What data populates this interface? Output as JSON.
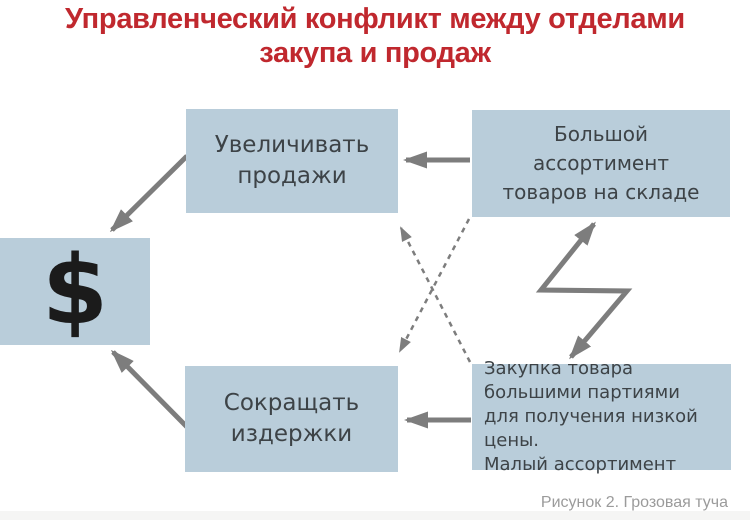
{
  "title": {
    "line1": "Управленческий конфликт между отделами",
    "line2": "закупа и продаж"
  },
  "nodes": {
    "money": {
      "symbol": "$"
    },
    "increase_sales": {
      "lines": [
        "Увеличивать",
        "продажи"
      ]
    },
    "large_assortment": {
      "lines": [
        "Большой",
        "ассортимент",
        "товаров на складе"
      ]
    },
    "cut_costs": {
      "lines": [
        "Сокращать",
        "издержки"
      ]
    },
    "bulk_purchase": {
      "lines": [
        "Закупка товара",
        "большими партиями",
        "для получения низкой цены.",
        "Малый ассортимент"
      ]
    }
  },
  "caption": "Рисунок 2. Грозовая туча",
  "colors": {
    "title_red": "#c0282e",
    "box_fill": "#b9cdda",
    "box_text": "#3d4347",
    "arrow_gray": "#7d7d7d",
    "caption_gray": "#9b9b9b",
    "dollar_black": "#1b1b1b"
  }
}
